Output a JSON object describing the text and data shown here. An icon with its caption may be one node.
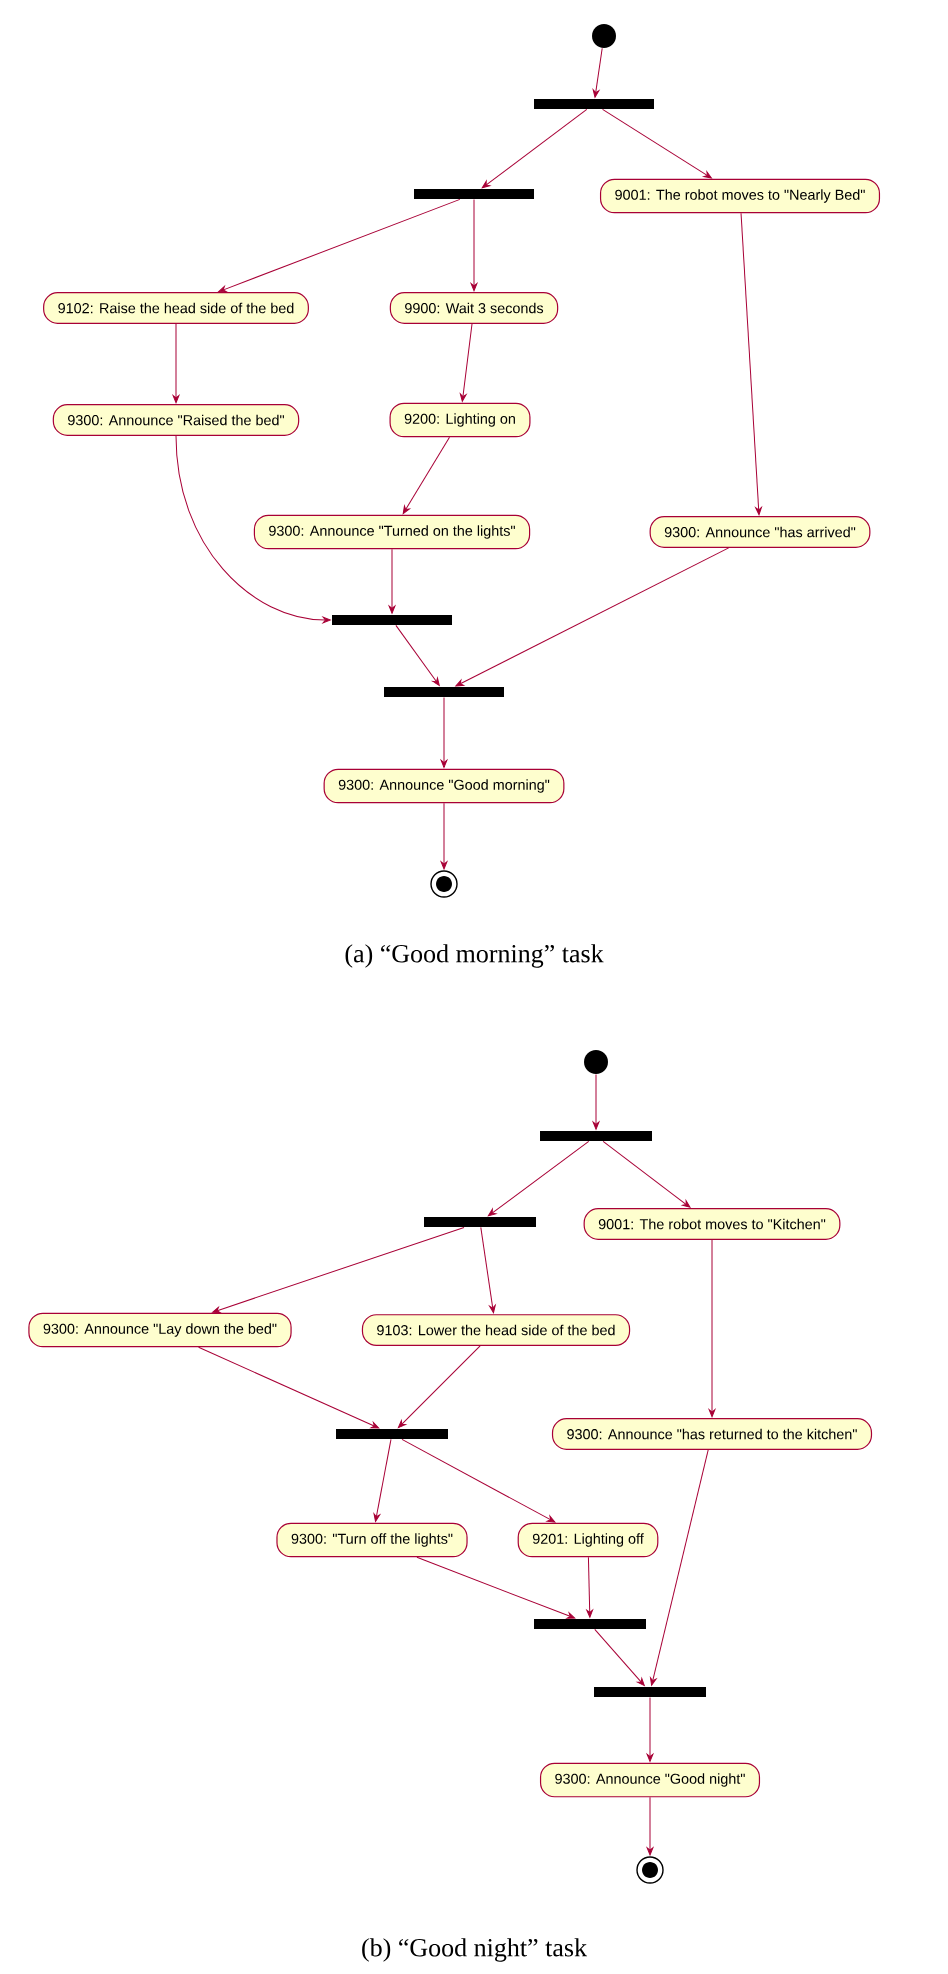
{
  "diagram": {
    "nodes": [
      {
        "text": [],
        "shape": "circle"
      },
      {
        "text": [],
        "shape": "bar"
      },
      {
        "text": [],
        "shape": "bar"
      },
      {
        "text": [
          "9001: The robot moves to \"Nearly Bed\""
        ]
      },
      {
        "text": [
          "9102: Raise the head side of the bed"
        ]
      },
      {
        "text": [
          "9900: Wait 3 seconds"
        ]
      },
      {
        "text": [
          "9300: Announce \"Raised the bed\""
        ]
      },
      {
        "text": [
          "9200: Lighting on"
        ]
      },
      {
        "text": [
          "9300: Announce \"Turned on the lights\""
        ]
      },
      {
        "text": [
          "9300: Announce \"has arrived\""
        ]
      },
      {
        "text": [],
        "shape": "bar"
      },
      {
        "text": [],
        "shape": "bar"
      },
      {
        "text": [
          "9300: Announce \"Good morning\""
        ]
      },
      {
        "text": [],
        "shape": "bullseye"
      },
      {
        "text": [],
        "shape": "circle"
      },
      {
        "text": [],
        "shape": "bar"
      },
      {
        "text": [],
        "shape": "bar"
      },
      {
        "text": [
          "9001: The robot moves to \"Kitchen\""
        ]
      },
      {
        "text": [
          "9300: Announce \"Lay down the bed\""
        ]
      },
      {
        "text": [
          "9103: Lower the head side of the bed"
        ]
      },
      {
        "text": [
          "9300: Announce \"has returned to the kitchen\""
        ]
      },
      {
        "text": [],
        "shape": "bar"
      },
      {
        "text": [
          "9300: \"Turn off the lights\""
        ]
      },
      {
        "text": [
          "9201: Lighting off"
        ]
      },
      {
        "text": [],
        "shape": "bar"
      },
      {
        "text": [],
        "shape": "bar"
      },
      {
        "text": [
          "9300: Announce \"Good night\""
        ]
      },
      {
        "text": [],
        "shape": "bullseye"
      }
    ],
    "edges": [
      {
        "from": 0,
        "to": 1,
        "arrow": "to"
      },
      {
        "from": 1,
        "to": 2,
        "arrow": "to"
      },
      {
        "from": 1,
        "to": 3,
        "arrow": "to"
      },
      {
        "from": 2,
        "to": 4,
        "arrow": "to"
      },
      {
        "from": 2,
        "to": 5,
        "arrow": "to"
      },
      {
        "from": 4,
        "to": 6,
        "arrow": "to"
      },
      {
        "from": 5,
        "to": 7,
        "arrow": "to"
      },
      {
        "from": 7,
        "to": 8,
        "arrow": "to"
      },
      {
        "from": 3,
        "to": 9,
        "arrow": "to"
      },
      {
        "from": 6,
        "to": 10,
        "arrow": "to"
      },
      {
        "from": 8,
        "to": 10,
        "arrow": "to"
      },
      {
        "from": 10,
        "to": 11,
        "arrow": "to"
      },
      {
        "from": 9,
        "to": 11,
        "arrow": "to"
      },
      {
        "from": 11,
        "to": 12,
        "arrow": "to"
      },
      {
        "from": 12,
        "to": 13,
        "arrow": "to"
      },
      {
        "from": 14,
        "to": 15,
        "arrow": "to"
      },
      {
        "from": 15,
        "to": 16,
        "arrow": "to"
      },
      {
        "from": 15,
        "to": 17,
        "arrow": "to"
      },
      {
        "from": 16,
        "to": 18,
        "arrow": "to"
      },
      {
        "from": 16,
        "to": 19,
        "arrow": "to"
      },
      {
        "from": 17,
        "to": 20,
        "arrow": "to"
      },
      {
        "from": 18,
        "to": 21,
        "arrow": "to"
      },
      {
        "from": 19,
        "to": 21,
        "arrow": "to"
      },
      {
        "from": 21,
        "to": 22,
        "arrow": "to"
      },
      {
        "from": 21,
        "to": 23,
        "arrow": "to"
      },
      {
        "from": 22,
        "to": 24,
        "arrow": "to"
      },
      {
        "from": 23,
        "to": 24,
        "arrow": "to"
      },
      {
        "from": 24,
        "to": 25,
        "arrow": "to"
      },
      {
        "from": 20,
        "to": 25,
        "arrow": "to"
      },
      {
        "from": 25,
        "to": 26,
        "arrow": "to"
      },
      {
        "from": 26,
        "to": 27,
        "arrow": "to"
      }
    ],
    "labels": [
      "(a) “Good morning” task",
      "(b) “Good night” task"
    ]
  }
}
